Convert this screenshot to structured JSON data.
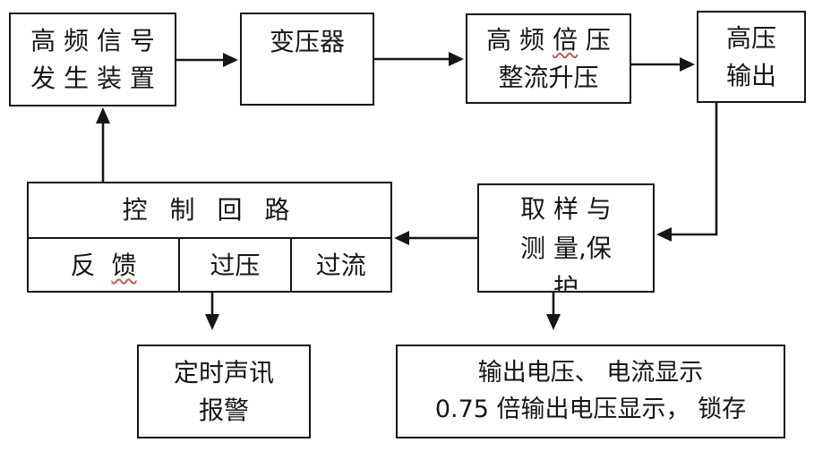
{
  "colors": {
    "line": "#161616",
    "background": "#ffffff",
    "spellcheck_squiggle": "#cc5555"
  },
  "boxes": {
    "signal_generator": {
      "line1": "高 频 信 号",
      "line2": "发 生 装 置"
    },
    "transformer": {
      "label": "变压器"
    },
    "voltage_doubler": {
      "line1_pre": "高 频 ",
      "line1_wavy": "倍",
      "line1_post": " 压",
      "line2": "整流升压"
    },
    "hv_output": {
      "line1": "高压",
      "line2": "输出"
    },
    "control_loop": {
      "header": "控 制 回 路",
      "cell_feedback_pre": "反  ",
      "cell_feedback_wavy": "馈",
      "cell_overvoltage": "过压",
      "cell_overcurrent": "过流"
    },
    "sampling": {
      "line1": "取 样 与",
      "line2": "测 量,保",
      "line3": "护"
    },
    "alarm": {
      "line1": "定时声讯",
      "line2": "报警"
    },
    "display": {
      "line1": "输出电压、 电流显示",
      "line2": "0.75 倍输出电压显示， 锁存"
    }
  }
}
